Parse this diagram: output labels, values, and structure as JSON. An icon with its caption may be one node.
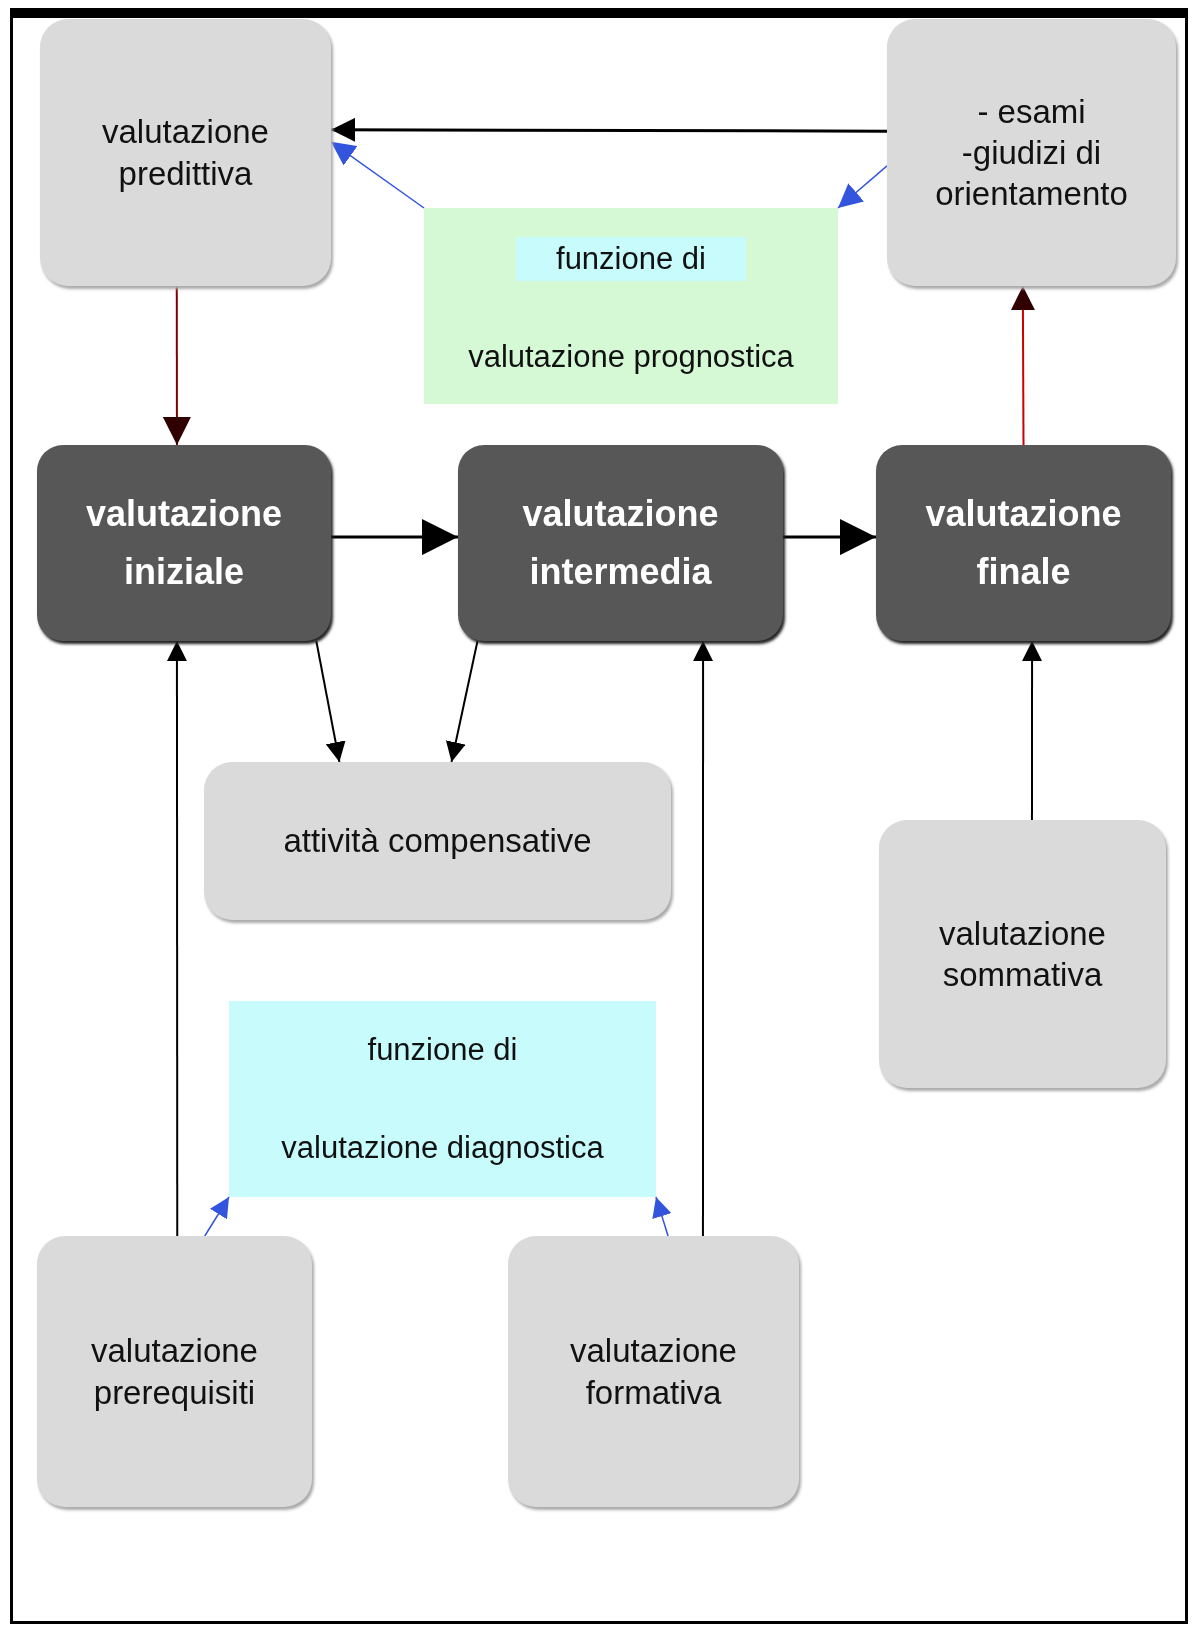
{
  "diagram": {
    "nodes": [
      {
        "text": [
          "valutazione predittiva"
        ]
      },
      {
        "text": [
          "- esami",
          "-giudizi di orientamento"
        ]
      },
      {
        "text": [
          "funzione di",
          "valutazione prognostica"
        ]
      },
      {
        "text": [
          "valutazione iniziale"
        ]
      },
      {
        "text": [
          "valutazione intermedia"
        ]
      },
      {
        "text": [
          "valutazione finale"
        ]
      },
      {
        "text": [
          "attività compensative"
        ]
      },
      {
        "text": [
          "valutazione sommativa"
        ]
      },
      {
        "text": [
          "funzione di",
          "valutazione diagnostica"
        ]
      },
      {
        "text": [
          "valutazione prerequisiti"
        ]
      },
      {
        "text": [
          "valutazione formativa"
        ]
      }
    ],
    "edges": [
      {
        "from": 1,
        "to": 0,
        "arrow": "to"
      },
      {
        "from": 2,
        "to": 0,
        "arrow": "to",
        "color": "#3355dd"
      },
      {
        "from": 1,
        "to": 2,
        "arrow": "to",
        "color": "#3355dd"
      },
      {
        "from": 0,
        "to": 3,
        "arrow": "to",
        "color": "#800000"
      },
      {
        "from": 5,
        "to": 1,
        "arrow": "to",
        "color": "#cc0000"
      },
      {
        "from": 3,
        "to": 4,
        "arrow": "to"
      },
      {
        "from": 4,
        "to": 5,
        "arrow": "to"
      },
      {
        "from": 3,
        "to": 6,
        "arrow": "to"
      },
      {
        "from": 4,
        "to": 6,
        "arrow": "to"
      },
      {
        "from": 9,
        "to": 3,
        "arrow": "to"
      },
      {
        "from": 10,
        "to": 4,
        "arrow": "to"
      },
      {
        "from": 7,
        "to": 5,
        "arrow": "to"
      },
      {
        "from": 9,
        "to": 8,
        "arrow": "to",
        "color": "#3355dd"
      },
      {
        "from": 10,
        "to": 8,
        "arrow": "to",
        "color": "#3355dd"
      }
    ]
  }
}
